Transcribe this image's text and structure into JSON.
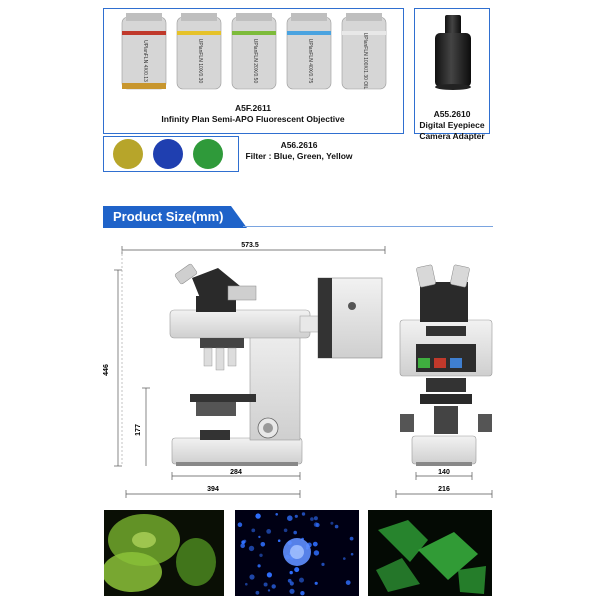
{
  "objectives": {
    "code": "A5F.2611",
    "title": "Infinity Plan Semi-APO Fluorescent Objective",
    "lenses": [
      {
        "label": "UPlanFLN 4X/0.13",
        "band": "#c0392b"
      },
      {
        "label": "UPlanFLN 10X/0.30",
        "band": "#e6c229"
      },
      {
        "label": "UPlanFLN 20X/0.50",
        "band": "#7dbb3a"
      },
      {
        "label": "UPlanFLN 40X/0.75",
        "band": "#4aa3e0"
      },
      {
        "label": "UPlanFLN 100X/1.30 OIL",
        "band": "#e8e8e8"
      }
    ]
  },
  "camera_adapter": {
    "code": "A55.2610",
    "line1": "Digital Eyepiece",
    "line2": "Camera Adapter"
  },
  "filters": {
    "code": "A56.2616",
    "label": "Filter : Blue, Green, Yellow",
    "colors": [
      "#b7a52a",
      "#1f3fb0",
      "#2f9a3a"
    ]
  },
  "product_size": {
    "title": "Product Size(mm)",
    "dims": {
      "total_width": "573.5",
      "height": "446",
      "stage_height": "177",
      "base_depth": "284",
      "overall_depth": "394",
      "front_base": "140",
      "front_width": "216"
    }
  },
  "images": {
    "left": "fluorescent-cells-green",
    "middle": "fluorescent-nuclei-blue",
    "right": "fluorescent-cytoskeleton-green"
  }
}
